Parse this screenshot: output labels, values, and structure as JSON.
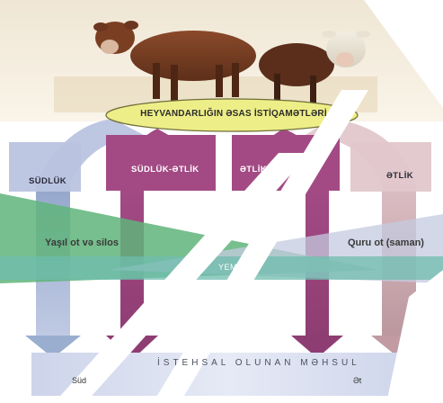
{
  "diagram": {
    "title": "HEYVANDARLIĞIN ƏSAS İSTİQAMƏTLƏRİ",
    "directions": [
      {
        "label": "SÜDLÜK",
        "color": "#8ea2c8"
      },
      {
        "label": "SÜDLÜK-ƏTLİK",
        "color": "#b0578f"
      },
      {
        "label": "ƏTLİK-SÜDLÜK",
        "color": "#b0578f"
      },
      {
        "label": "ƏTLİK",
        "color": "#c9a2aa"
      }
    ],
    "feed": {
      "left": "Yaşıl ot və silos",
      "right": "Quru ot (saman)",
      "center": "YEM"
    },
    "products": {
      "title": "İSTEHSAL OLUNAN MƏHSUL",
      "left": "Süd",
      "right": "Ət"
    },
    "colors": {
      "title_oval": "#eeee88",
      "green_feed": "#5fb47a",
      "teal_band": "#6fbcae",
      "product_band": "#cdd4ea"
    }
  }
}
